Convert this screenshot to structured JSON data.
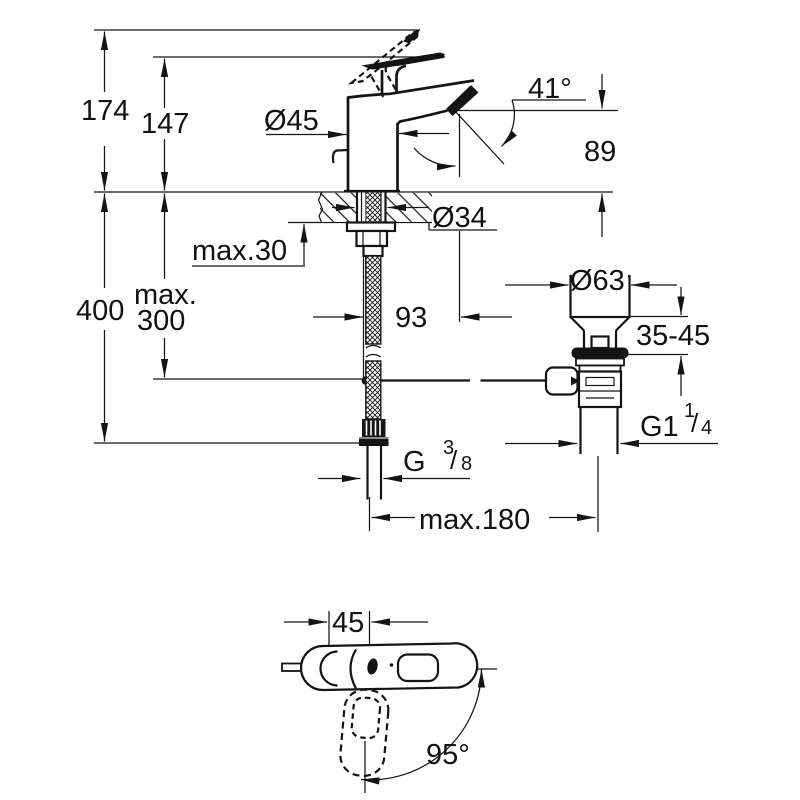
{
  "colors": {
    "line": "#141414",
    "background": "#ffffff"
  },
  "side_view": {
    "overall_height": "174",
    "lever_tip_height": "147",
    "install_depth": "400",
    "hose_depth_max_line1": "max.",
    "hose_depth_max_line2": "300",
    "deck_max_thickness": "max.30",
    "body_diameter": "Ø45",
    "spray_angle": "41°",
    "outlet_height": "89",
    "hole_diameter": "Ø34",
    "spout_reach": "93",
    "waste_flange_diameter": "Ø63",
    "basin_thickness_range": "35-45",
    "waste_thread_main": "G1",
    "waste_thread_sup": "1",
    "waste_thread_slash": "/",
    "waste_thread_sub": "4",
    "supply_thread_main": "G",
    "supply_thread_sup": "3",
    "supply_thread_slash": "/",
    "supply_thread_sub": "8",
    "waste_center_distance": "max.180"
  },
  "top_view": {
    "lever_offset": "45",
    "lever_swivel_angle": "95°"
  }
}
